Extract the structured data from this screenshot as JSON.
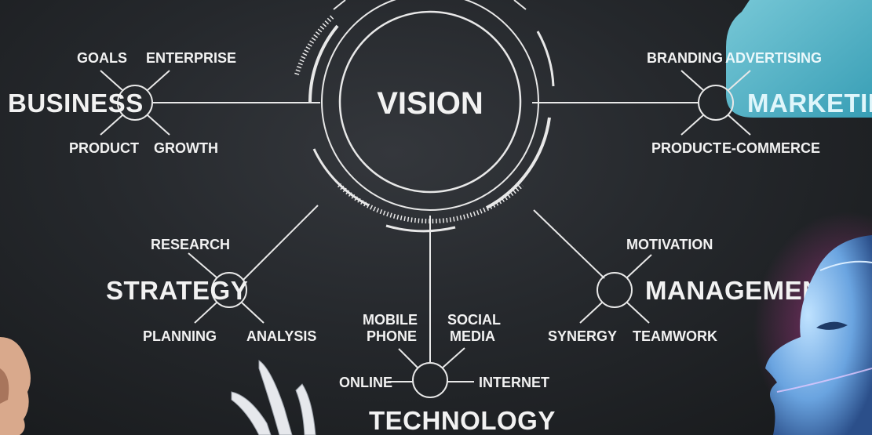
{
  "center": {
    "label": "VISION"
  },
  "hubs": {
    "business": {
      "label": "BUSINESS",
      "leaves": {
        "top_left": "GOALS",
        "top_right": "ENTERPRISE",
        "bottom_left": "PRODUCT",
        "bottom_right": "GROWTH"
      }
    },
    "marketing": {
      "label": "MARKETING",
      "leaves": {
        "top_left": "BRANDING",
        "top_right": "ADVERTISING",
        "bottom_left": "PRODUCT",
        "bottom_right": "E-COMMERCE"
      }
    },
    "strategy": {
      "label": "STRATEGY",
      "leaves": {
        "top": "RESEARCH",
        "bottom_left": "PLANNING",
        "bottom_right": "ANALYSIS"
      }
    },
    "management": {
      "label": "MANAGEMENT",
      "leaves": {
        "top": "MOTIVATION",
        "bottom_left": "SYNERGY",
        "bottom_right": "TEAMWORK"
      }
    },
    "technology": {
      "label": "TECHNOLOGY",
      "leaves": {
        "top_left_1": "MOBILE",
        "top_left_2": "PHONE",
        "top_right_1": "SOCIAL",
        "top_right_2": "MEDIA",
        "left": "ONLINE",
        "right": "INTERNET"
      }
    }
  },
  "colors": {
    "background": "#25282c",
    "lines": "#e8e8e8",
    "text": "#f2f2f2",
    "accent_panel": "#5fc3d6"
  }
}
